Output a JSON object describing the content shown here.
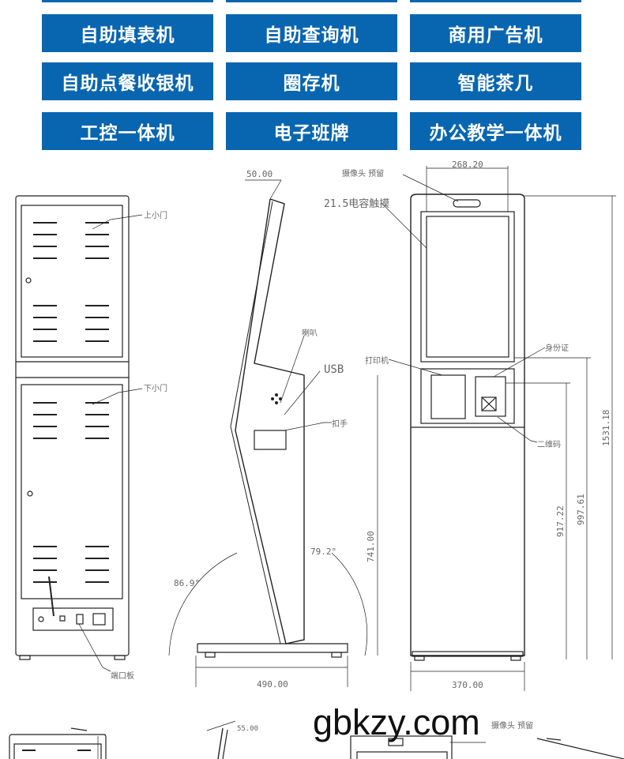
{
  "categories": [
    {
      "label": ""
    },
    {
      "label": ""
    },
    {
      "label": ""
    },
    {
      "label": "自助填表机"
    },
    {
      "label": "自助查询机"
    },
    {
      "label": "商用广告机"
    },
    {
      "label": "自助点餐收银机"
    },
    {
      "label": "圈存机"
    },
    {
      "label": "智能茶几"
    },
    {
      "label": "工控一体机"
    },
    {
      "label": "电子班牌"
    },
    {
      "label": "办公教学一体机"
    }
  ],
  "drawing": {
    "left_view": {
      "upper_door": "上小门",
      "lower_door": "下小门",
      "port_board": "端口板"
    },
    "side_view": {
      "top_depth": "50.00",
      "speaker": "喇叭",
      "usb": "USB",
      "handle": "扣手",
      "angle_front": "79.2°",
      "angle_back": "86.9°",
      "height": "741.00",
      "base_width": "490.00"
    },
    "front_view": {
      "top_width": "268.20",
      "camera": "摄像头  预留",
      "touchscreen": "21.5电容触摸",
      "printer": "打印机",
      "id_card": "身份证",
      "qr_code": "二维码",
      "base_width": "370.00",
      "h1": "917.22",
      "h2": "997.61",
      "h3": "1531.18"
    },
    "bottom_partial": {
      "dim": "55.00",
      "camera": "摄像头 预留"
    }
  },
  "watermark": "gbkzy.com",
  "colors": {
    "button_bg": "#0866b0"
  }
}
